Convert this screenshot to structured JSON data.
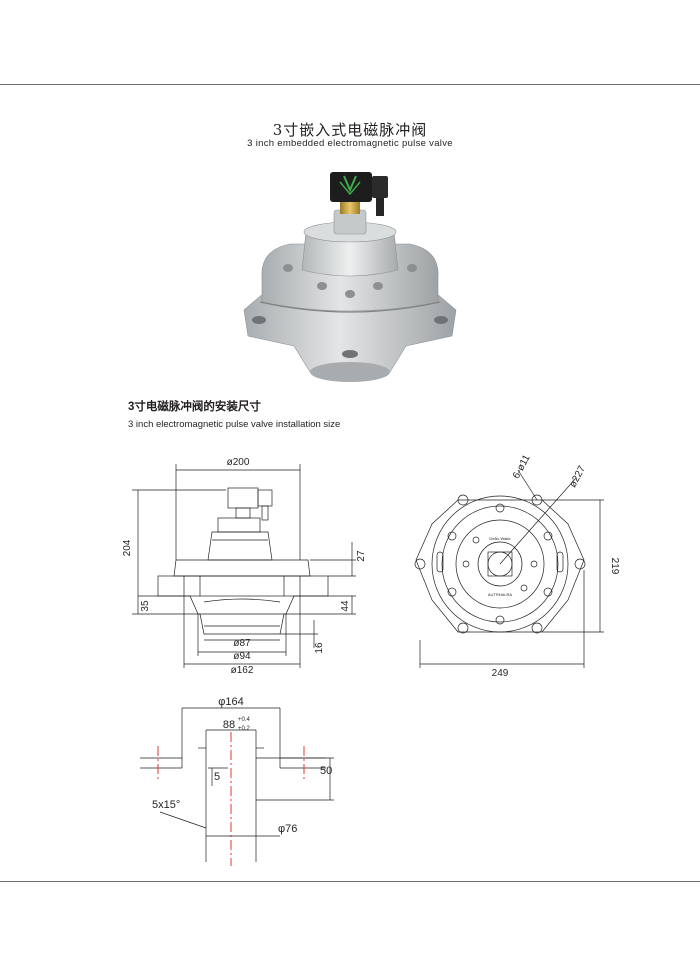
{
  "header": {
    "title_zh": "3寸嵌入式电磁脉冲阀",
    "title_en": "3 inch embedded electromagnetic pulse valve"
  },
  "section": {
    "title_zh": "3寸电磁脉冲阀的安装尺寸",
    "title_en": "3 inch electromagnetic pulse valve installation size"
  },
  "side_view": {
    "d200": "ø200",
    "h204": "204",
    "h27": "27",
    "h35": "35",
    "h44": "44",
    "h16": "16",
    "d87": "ø87",
    "d94": "ø94",
    "d162": "ø162"
  },
  "top_view": {
    "holes": "6-ø11",
    "d227": "ø227",
    "h219": "219",
    "w249": "249",
    "label_a": "DeBo Waite",
    "label_b": "AUTRHALRA"
  },
  "detail": {
    "d164": "φ164",
    "d88": "88",
    "tol_upper": "+0.4",
    "tol_lower": "+0.2",
    "d5": "5",
    "h50": "50",
    "chamfer": "5x15°",
    "d76": "φ76"
  },
  "colors": {
    "line": "#231f20",
    "centerline": "#e2231a",
    "valve_body": "#c9cccd",
    "coil": "#1a1a1a",
    "brass": "#c8a24a"
  }
}
